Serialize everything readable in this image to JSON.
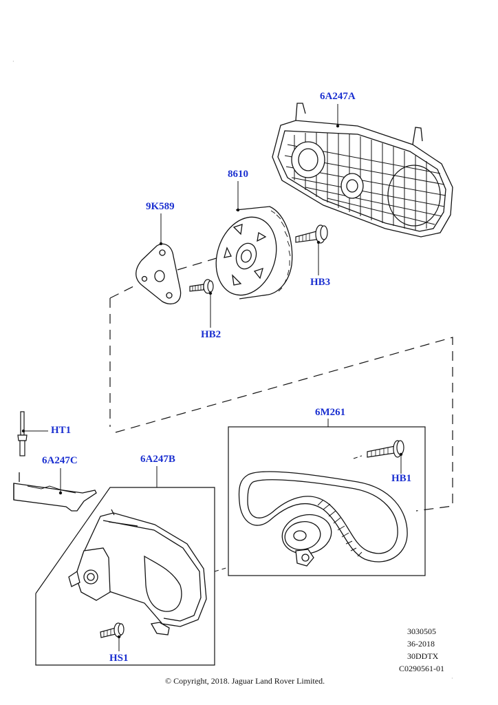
{
  "callouts": {
    "cover_upper": "6A247A",
    "pulley": "8610",
    "bracket": "9K589",
    "bolt_hb3": "HB3",
    "bolt_hb2": "HB2",
    "belt_kit": "6M261",
    "stud_ht1": "HT1",
    "cover_lower_c": "6A247C",
    "cover_lower_b": "6A247B",
    "bolt_hb1": "HB1",
    "bolt_hs1": "HS1"
  },
  "meta": {
    "line1": "3030505",
    "line2": "36-2018",
    "line3": "30DDTX",
    "line4": "C0290561-01"
  },
  "copyright": "© Copyright, 2018. Jaguar Land Rover Limited.",
  "colors": {
    "callout": "#1a2fd0",
    "line": "#111111"
  }
}
